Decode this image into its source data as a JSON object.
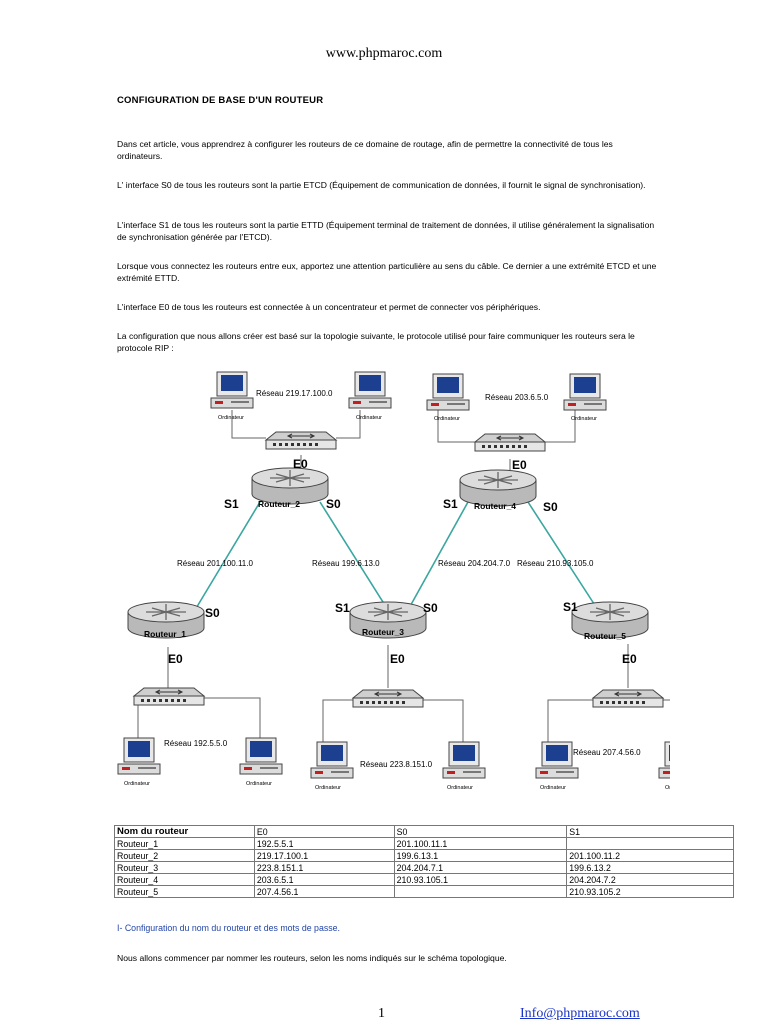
{
  "header": {
    "site": "www.phpmaroc.com"
  },
  "title": "CONFIGURATION DE BASE D'UN ROUTEUR",
  "paragraphs": {
    "p1": "Dans cet article, vous apprendrez à configurer les routeurs de ce domaine de routage, afin de permettre la connectivité de tous les ordinateurs.",
    "p2": "L' interface S0 de tous les routeurs sont la partie ETCD (Équipement de communication de données, il fournit le signal de synchronisation).",
    "p3": "L'interface S1 de tous les routeurs sont la partie ETTD (Équipement terminal de traitement de données, il utilise généralement la signalisation de synchronisation générée par l'ETCD).",
    "p4": "Lorsque vous connectez les routeurs entre eux, apportez une attention particulière au sens du câble. Ce dernier a une extrémité ETCD et une extrémité ETTD.",
    "p5": "L'interface E0 de tous les routeurs est connectée à un concentrateur et permet de connecter vos périphériques.",
    "p6": "La configuration que nous allons créer est basé sur la topologie suivante, le protocole utilisé pour faire communiquer les routeurs sera le protocole RIP :"
  },
  "diagram": {
    "routers": {
      "r1": "Routeur_1",
      "r2": "Routeur_2",
      "r3": "Routeur_3",
      "r4": "Routeur_4",
      "r5": "Routeur_5"
    },
    "ports": {
      "e0": "E0",
      "s0": "S0",
      "s1": "S1"
    },
    "networks": {
      "n1": "Réseau 219.17.100.0",
      "n2": "Réseau 203.6.5.0",
      "n3": "Réseau 201.100.11.0",
      "n4": "Réseau 199.6.13.0",
      "n5": "Réseau 204.204.7.0",
      "n6": "Réseau 210.93.105.0",
      "n7": "Réseau 192.5.5.0",
      "n8": "Réseau 223.8.151.0",
      "n9": "Réseau 207.4.56.0"
    },
    "computer_label": "Ordinateur"
  },
  "table": {
    "headers": [
      "Nom du routeur",
      "E0",
      "S0",
      "S1"
    ],
    "rows": [
      [
        "Routeur_1",
        "192.5.5.1",
        "201.100.11.1",
        ""
      ],
      [
        "Routeur_2",
        "219.17.100.1",
        "199.6.13.1",
        "201.100.11.2"
      ],
      [
        "Routeur_3",
        "223.8.151.1",
        "204.204.7.1",
        "199.6.13.2"
      ],
      [
        "Routeur_4",
        "203.6.5.1",
        "210.93.105.1",
        "204.204.7.2"
      ],
      [
        "Routeur_5",
        "207.4.56.1",
        "",
        "210.93.105.2"
      ]
    ]
  },
  "section": "I- Configuration du nom du routeur et des mots de passe.",
  "closing": "Nous allons commencer par nommer les routeurs, selon les noms indiqués sur le schéma topologique.",
  "footer": {
    "page": "1",
    "email": "Info@phpmaroc.com"
  },
  "colors": {
    "link": "#1a33c8",
    "section": "#2345a8",
    "serial_cable": "#3aa6a0"
  }
}
